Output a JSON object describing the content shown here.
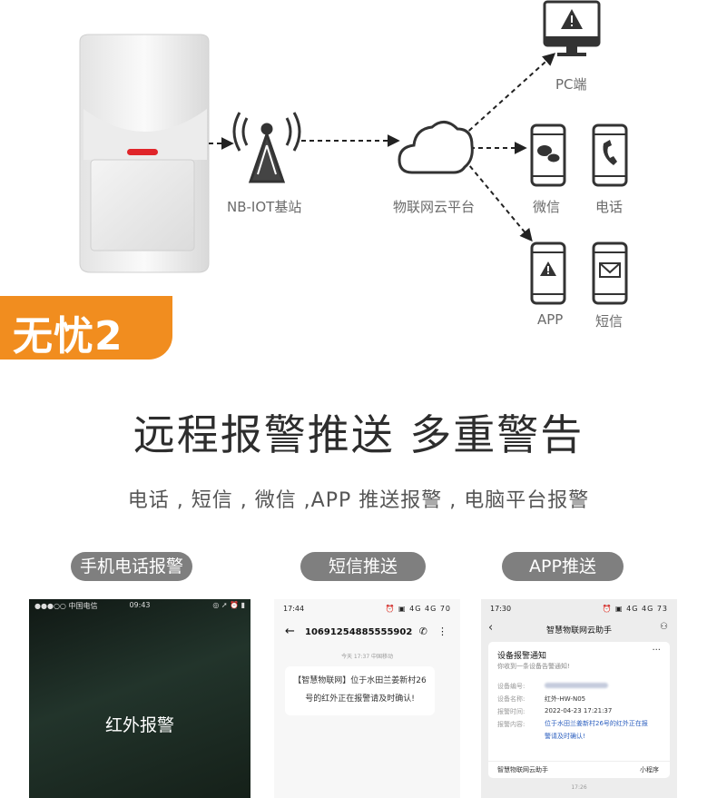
{
  "diagram": {
    "nodes": {
      "station": "NB-IOT基站",
      "cloud": "物联网云平台",
      "pc": "PC端",
      "wechat": "微信",
      "phone": "电话",
      "app": "APP",
      "sms": "短信"
    }
  },
  "badge": {
    "label": "无忧2",
    "color": "#f18d1f"
  },
  "headline": "远程报警推送 多重警告",
  "subline": "电话 , 短信 , 微信 ,APP 推送报警 , 电脑平台报警",
  "pills": {
    "phone_call": "手机电话报警",
    "sms_push": "短信推送",
    "app_push": "APP推送"
  },
  "shot_call": {
    "carrier": "●●●○○ 中国电信",
    "time": "09:43",
    "status_right": "◎ ➚ ⏰ ▮",
    "alarm_text": "红外报警"
  },
  "shot_sms": {
    "time": "17:44",
    "status_right": "⏰ ▣ 4G 4G 70",
    "number": "10691254885555902",
    "msg_time": "今天 17:37 中国移动",
    "message": "【智慧物联网】位于水田兰姜新村26号的红外正在报警请及时确认!"
  },
  "shot_app": {
    "time": "17:30",
    "status_right": "⏰ ▣ 4G 4G 73",
    "header_title": "智慧物联网云助手",
    "card_title": "设备报警通知",
    "card_sub": "你收到一条设备告警通知!",
    "fields": [
      {
        "label": "设备编号:",
        "value": ""
      },
      {
        "label": "设备名称:",
        "value": "红外-HW-N05"
      },
      {
        "label": "报警时间:",
        "value": "2022-04-23 17:21:37"
      },
      {
        "label": "报警内容:",
        "value": "位于水田兰姜新村26号的红外正在报警请及时确认!"
      }
    ],
    "app_name": "智慧物联网云助手",
    "mini_program": "小程序",
    "bottom_time": "17:26"
  }
}
